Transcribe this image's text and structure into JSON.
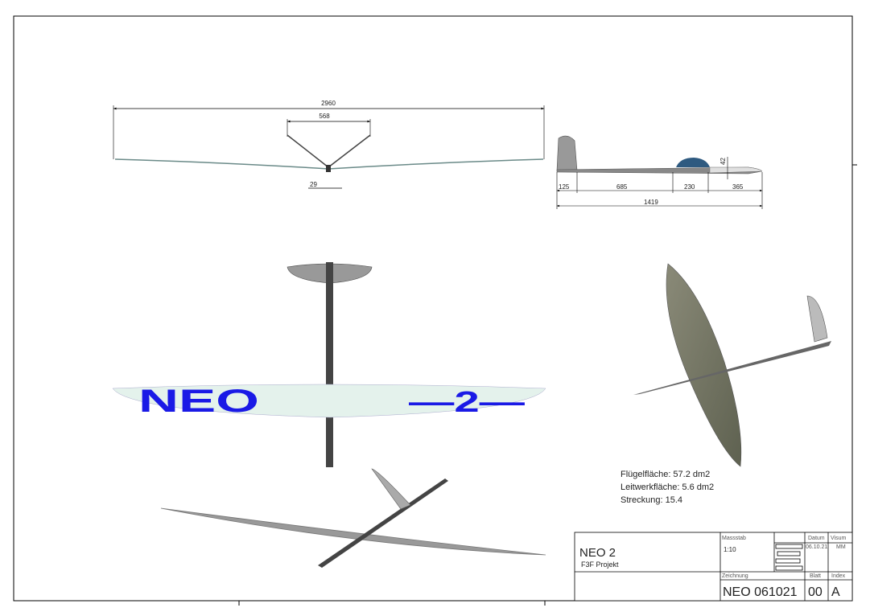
{
  "dimensions": {
    "span": "2960",
    "dihedral_width": "568",
    "root": "29",
    "fin_height": "125",
    "tail_boom": "685",
    "wing_chord": "230",
    "nose": "365",
    "length": "1419",
    "height": "42"
  },
  "specs": [
    "Flügelfläche: 57.2 dm2",
    "Leitwerkfläche: 5.6 dm2",
    "Streckung: 15.4"
  ],
  "wing_lettering": {
    "left": "NEO",
    "right": "—2—"
  },
  "title_block": {
    "title": "NEO 2",
    "subtitle": "F3F Projekt",
    "scale_label": "Massstab",
    "scale": "1:10",
    "date_label": "Datum",
    "date": "06.10.21",
    "visum_label": "Visum",
    "visum": "MM",
    "drawing_label": "Zeichnung",
    "drawing_no": "NEO 061021",
    "sheet_label": "Blatt",
    "sheet": "00",
    "index_label": "Index",
    "index": "A"
  },
  "colors": {
    "lettering": "#1a1ae6",
    "wing": "#e4f2ec",
    "fuselage": "#555555"
  }
}
